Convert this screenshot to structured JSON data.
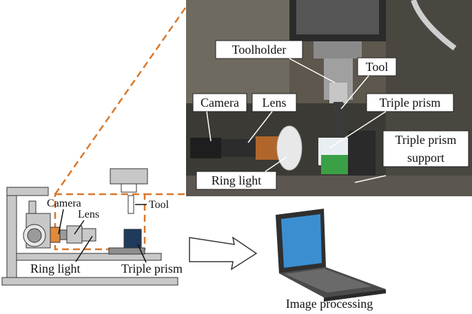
{
  "labels": {
    "toolholder": "Toolholder",
    "tool_photo": "Tool",
    "camera_photo": "Camera",
    "lens_photo": "Lens",
    "triple_prism_photo": "Triple prism",
    "triple_prism_support_line1": "Triple prism",
    "triple_prism_support_line2": "support",
    "ring_light_photo": "Ring light",
    "camera_schematic": "Camera",
    "lens_schematic": "Lens",
    "tool_schematic": "Tool",
    "ring_light_schematic": "Ring light",
    "triple_prism_schematic": "Triple prism",
    "image_processing": "Image processing"
  },
  "colors": {
    "dashed_highlight": "#d9772a",
    "machine_grey": "#c8c8c8",
    "dark_outline": "#333333",
    "prism_blue": "#1f3a5a",
    "photo_dark": "#2a2a2a"
  },
  "icons": {
    "flow_arrow": "right-arrow-icon",
    "laptop": "laptop-icon"
  }
}
